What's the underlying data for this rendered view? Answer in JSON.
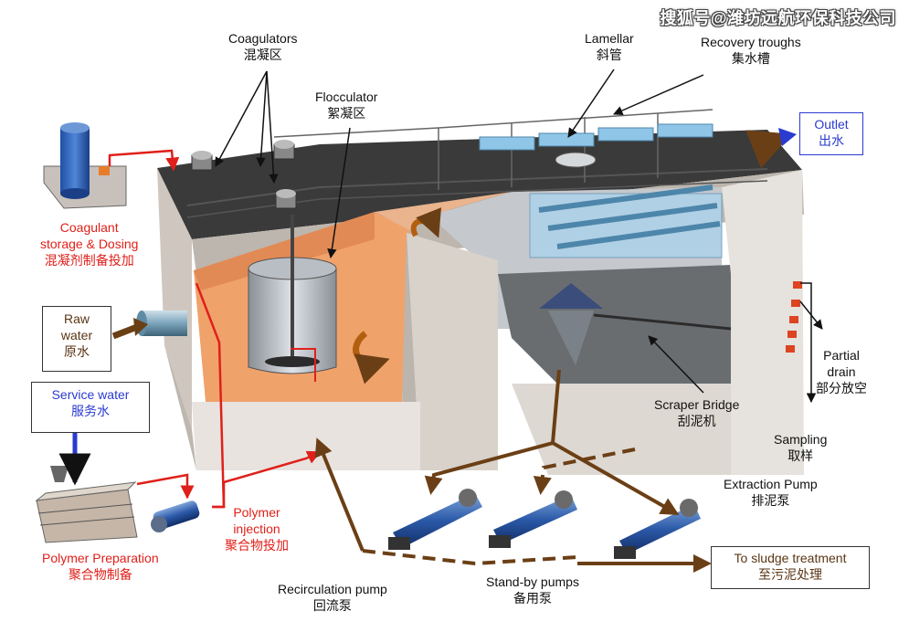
{
  "watermark": "搜狐号@潍坊远航环保科技公司",
  "labels": {
    "coagulators_en": "Coagulators",
    "coagulators_cn": "混凝区",
    "flocculator_en": "Flocculator",
    "flocculator_cn": "絮凝区",
    "lamellar_en": "Lamellar",
    "lamellar_cn": "斜管",
    "recovery_en": "Recovery troughs",
    "recovery_cn": "集水槽",
    "outlet_en": "Outlet",
    "outlet_cn": "出水",
    "coagulant_en1": "Coagulant",
    "coagulant_en2": "storage & Dosing",
    "coagulant_cn": "混凝剂制备投加",
    "raw_en1": "Raw",
    "raw_en2": "water",
    "raw_cn": "原水",
    "service_en": "Service water",
    "service_cn": "服务水",
    "polymer_inj_en1": "Polymer",
    "polymer_inj_en2": "injection",
    "polymer_inj_cn": "聚合物投加",
    "polymer_prep_en": "Polymer Preparation",
    "polymer_prep_cn": "聚合物制备",
    "partial_en1": "Partial",
    "partial_en2": "drain",
    "partial_cn": "部分放空",
    "scraper_en": "Scraper Bridge",
    "scraper_cn": "刮泥机",
    "sampling_en": "Sampling",
    "sampling_cn": "取样",
    "extraction_en": "Extraction Pump",
    "extraction_cn": "排泥泵",
    "sludge_en": "To sludge treatment",
    "sludge_cn": "至污泥处理",
    "recirc_en": "Recirculation pump",
    "recirc_cn": "回流泵",
    "standby_en": "Stand-by pumps",
    "standby_cn": "备用泵"
  }
}
